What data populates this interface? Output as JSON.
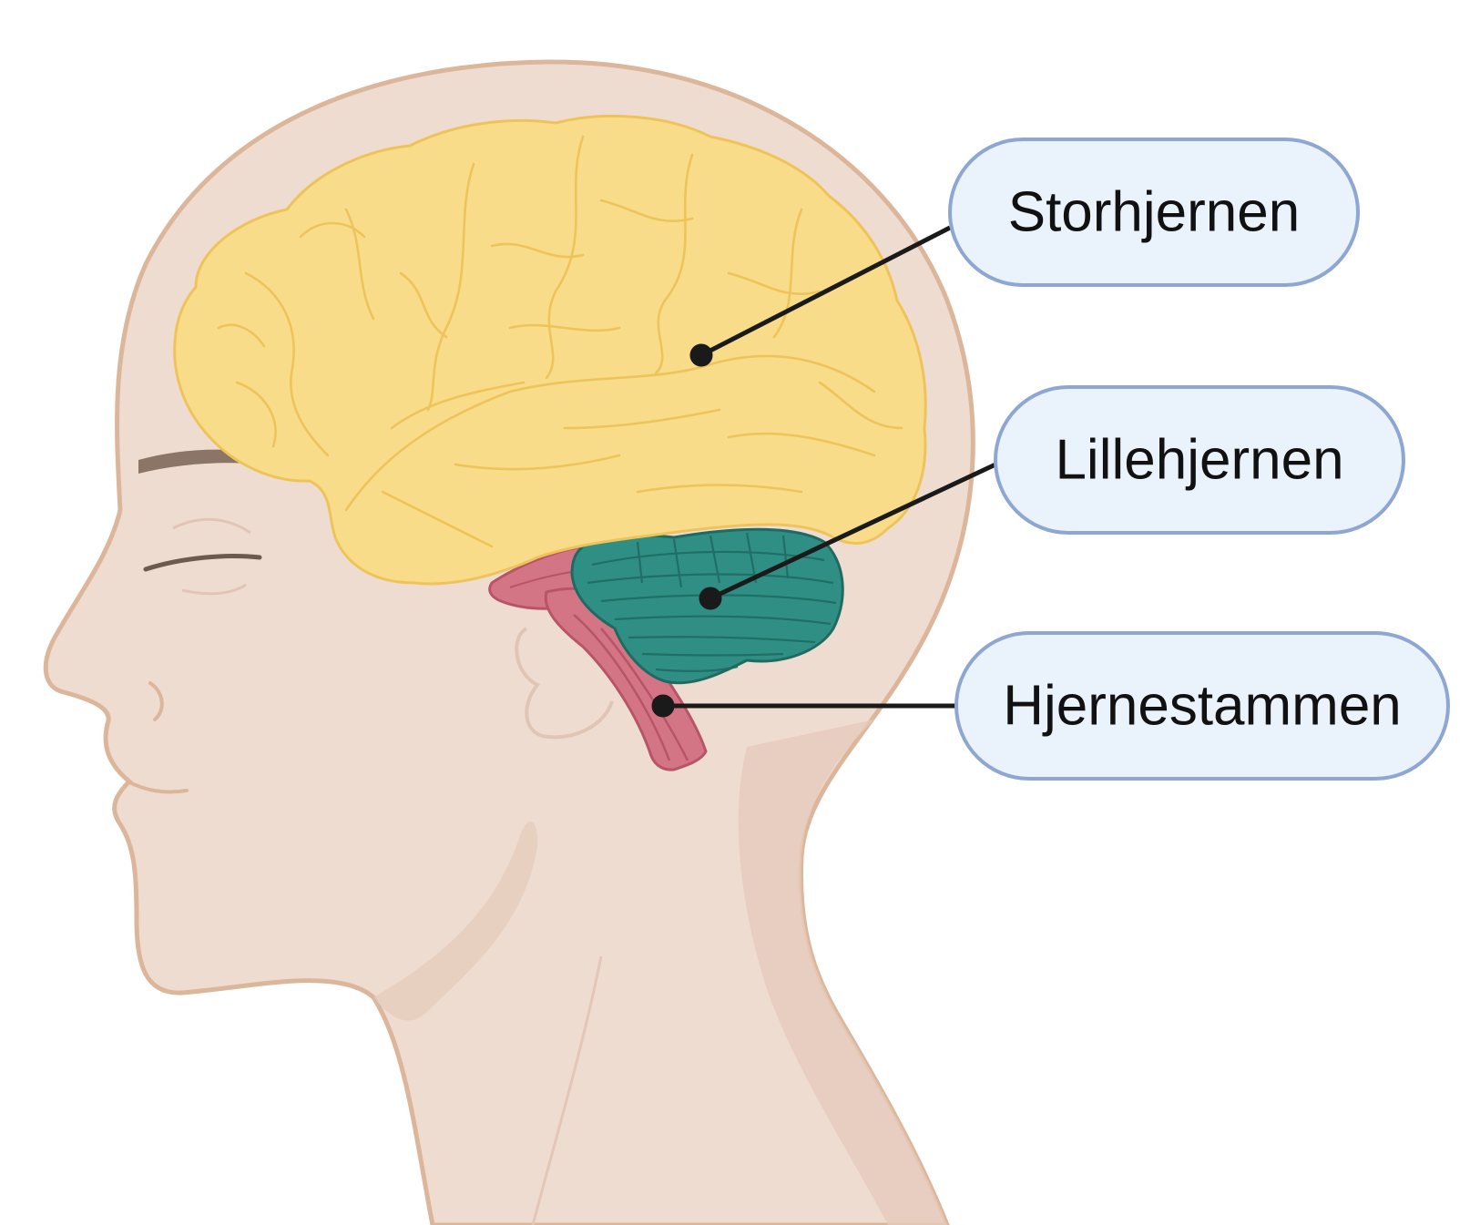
{
  "labels": {
    "cerebrum": "Storhjernen",
    "cerebellum": "Lillehjernen",
    "brainstem": "Hjernestammen"
  },
  "colors": {
    "skin": "#efdcd1",
    "skin_outline": "#dcb69a",
    "skin_shadow": "#e6cbbb",
    "cerebrum": "#f8dc8a",
    "cerebrum_outline": "#eec45a",
    "cerebellum": "#2f8f84",
    "cerebellum_outline": "#1f6b62",
    "brainstem": "#d47585",
    "brainstem_outline": "#b85467",
    "callout_fill": "#eaf2fc",
    "callout_border": "#8ea6d2",
    "leader_line": "#1a1a1a",
    "eyebrow": "#8a7566"
  }
}
